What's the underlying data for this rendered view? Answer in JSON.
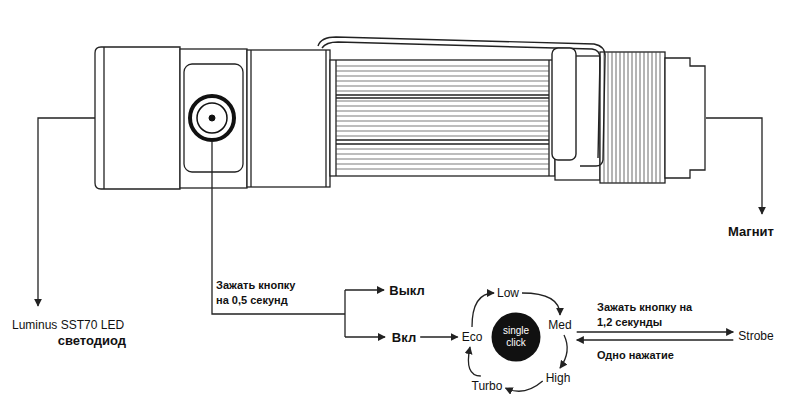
{
  "diagram": {
    "nodes": [
      {
        "text": [
          "Выкл"
        ]
      },
      {
        "text": [
          "Вкл"
        ]
      },
      {
        "text": [
          "Eco"
        ]
      },
      {
        "text": [
          "Low"
        ]
      },
      {
        "text": [
          "single click"
        ]
      },
      {
        "text": [
          "Med"
        ]
      },
      {
        "text": [
          "High"
        ]
      },
      {
        "text": [
          "Turbo"
        ]
      },
      {
        "text": [
          "Strobe"
        ]
      }
    ],
    "edges": [
      {
        "from": 1,
        "to": 2,
        "arrow": "to"
      },
      {
        "from": 2,
        "to": 3,
        "arrow": "to"
      },
      {
        "from": 3,
        "to": 5,
        "arrow": "to"
      },
      {
        "from": 5,
        "to": 6,
        "arrow": "to"
      },
      {
        "from": 6,
        "to": 7,
        "arrow": "to"
      },
      {
        "from": 7,
        "to": 2,
        "arrow": "to"
      },
      {
        "from": 5,
        "to": 8,
        "label": "Зажать кнопку на 1,2 секунды",
        "arrow": "to"
      },
      {
        "from": 8,
        "to": 5,
        "label": "Одно нажатие",
        "arrow": "to"
      }
    ],
    "labels": [
      "Luminus SST70 LED",
      "светодиод",
      "Магнит",
      "Зажать кнопку на 0,5 секунд"
    ]
  }
}
